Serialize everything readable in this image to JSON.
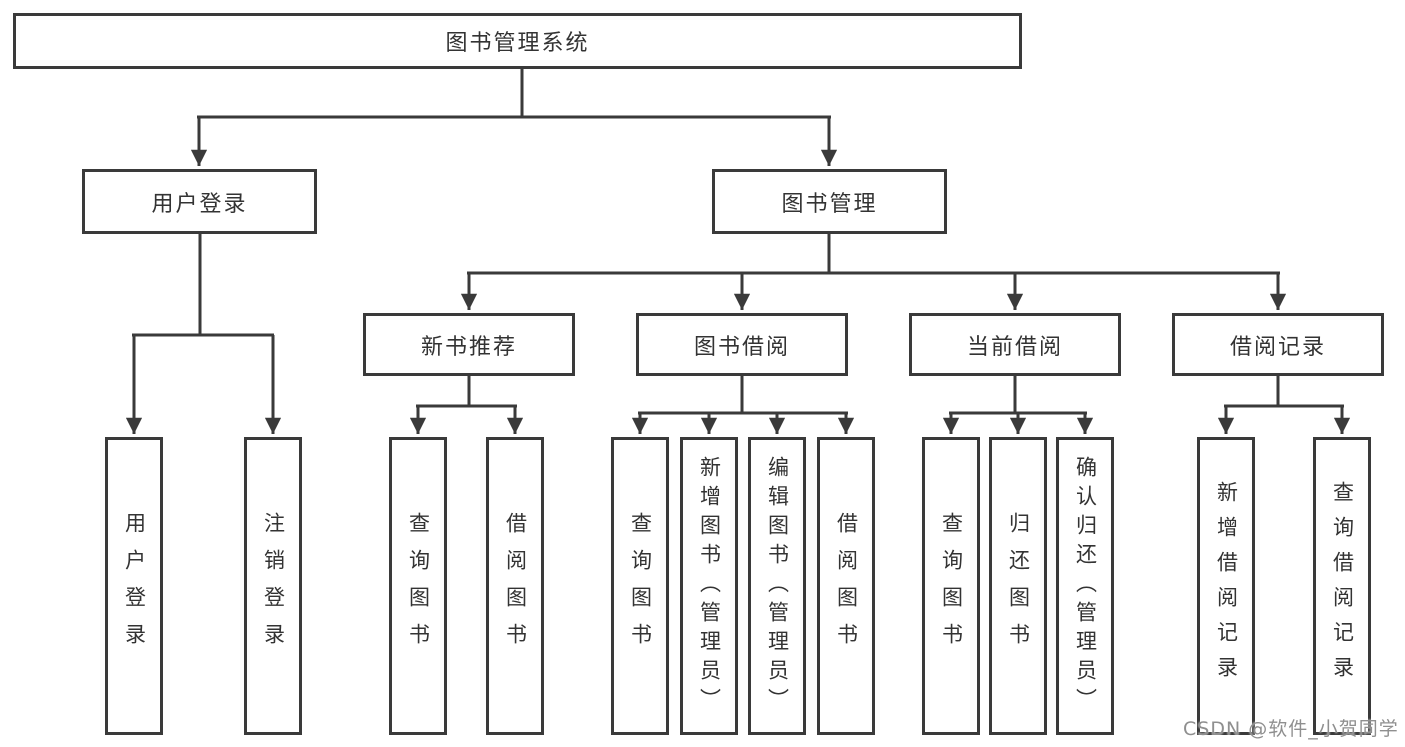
{
  "diagram": {
    "root": "图书管理系统",
    "branches": [
      {
        "label": "用户登录",
        "leaves": [
          "用户登录",
          "注销登录"
        ]
      },
      {
        "label": "图书管理",
        "children": [
          {
            "label": "新书推荐",
            "leaves": [
              "查询图书",
              "借阅图书"
            ]
          },
          {
            "label": "图书借阅",
            "leaves": [
              "查询图书",
              "新增图书（管理员）",
              "编辑图书（管理员）",
              "借阅图书"
            ]
          },
          {
            "label": "当前借阅",
            "leaves": [
              "查询图书",
              "归还图书",
              "确认归还（管理员）"
            ]
          },
          {
            "label": "借阅记录",
            "leaves": [
              "新增借阅记录",
              "查询借阅记录"
            ]
          }
        ]
      }
    ]
  },
  "watermark": "CSDN @软件_小贺同学",
  "colors": {
    "line": "#3a3a3a",
    "text": "#333333",
    "watermark": "#8f8f8f"
  }
}
